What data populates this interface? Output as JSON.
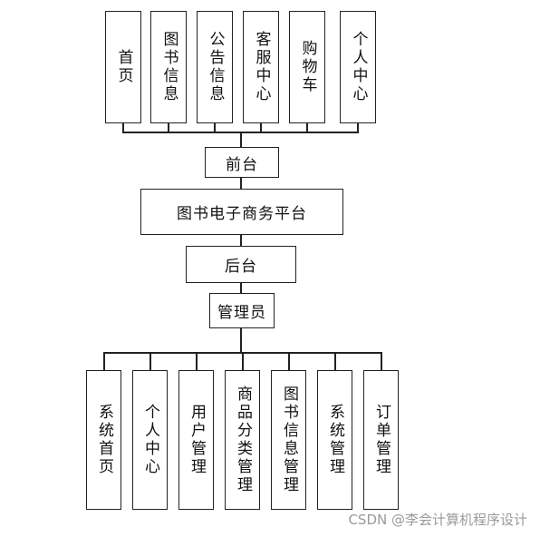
{
  "front_modules": [
    {
      "label": "首页"
    },
    {
      "label": "图书信息"
    },
    {
      "label": "公告信息"
    },
    {
      "label": "客服中心"
    },
    {
      "label": "购物车"
    },
    {
      "label": "个人中心"
    }
  ],
  "front_label": "前台",
  "platform_label": "图书电子商务平台",
  "back_label": "后台",
  "admin_label": "管理员",
  "admin_modules": [
    {
      "label": "系统首页"
    },
    {
      "label": "个人中心"
    },
    {
      "label": "用户管理"
    },
    {
      "label": "商品分类管理"
    },
    {
      "label": "图书信息管理"
    },
    {
      "label": "系统管理"
    },
    {
      "label": "订单管理"
    }
  ],
  "watermark": "CSDN @李会计算机程序设计"
}
